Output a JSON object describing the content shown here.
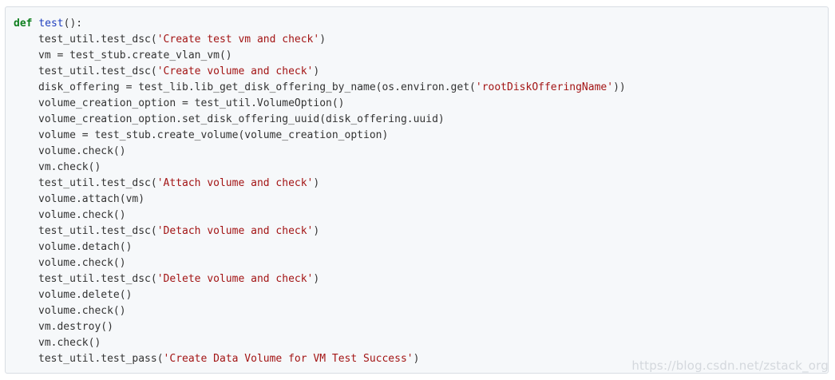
{
  "code_block": {
    "language": "python",
    "lines": [
      {
        "indent": 0,
        "parts": [
          {
            "t": "def ",
            "k": "kw"
          },
          {
            "t": "test",
            "k": "fn"
          },
          {
            "t": "():",
            "k": "plain"
          }
        ]
      },
      {
        "indent": 1,
        "parts": [
          {
            "t": "test_util.test_dsc(",
            "k": "plain"
          },
          {
            "t": "'Create test vm and check'",
            "k": "str"
          },
          {
            "t": ")",
            "k": "plain"
          }
        ]
      },
      {
        "indent": 1,
        "parts": [
          {
            "t": "vm = test_stub.create_vlan_vm()",
            "k": "plain"
          }
        ]
      },
      {
        "indent": 1,
        "parts": [
          {
            "t": "test_util.test_dsc(",
            "k": "plain"
          },
          {
            "t": "'Create volume and check'",
            "k": "str"
          },
          {
            "t": ")",
            "k": "plain"
          }
        ]
      },
      {
        "indent": 1,
        "parts": [
          {
            "t": "disk_offering = test_lib.lib_get_disk_offering_by_name(os.environ.get(",
            "k": "plain"
          },
          {
            "t": "'rootDiskOfferingName'",
            "k": "str"
          },
          {
            "t": "))",
            "k": "plain"
          }
        ]
      },
      {
        "indent": 1,
        "parts": [
          {
            "t": "volume_creation_option = test_util.VolumeOption()",
            "k": "plain"
          }
        ]
      },
      {
        "indent": 1,
        "parts": [
          {
            "t": "volume_creation_option.set_disk_offering_uuid(disk_offering.uuid)",
            "k": "plain"
          }
        ]
      },
      {
        "indent": 1,
        "parts": [
          {
            "t": "volume = test_stub.create_volume(volume_creation_option)",
            "k": "plain"
          }
        ]
      },
      {
        "indent": 1,
        "parts": [
          {
            "t": "volume.check()",
            "k": "plain"
          }
        ]
      },
      {
        "indent": 1,
        "parts": [
          {
            "t": "vm.check()",
            "k": "plain"
          }
        ]
      },
      {
        "indent": 1,
        "parts": [
          {
            "t": "test_util.test_dsc(",
            "k": "plain"
          },
          {
            "t": "'Attach volume and check'",
            "k": "str"
          },
          {
            "t": ")",
            "k": "plain"
          }
        ]
      },
      {
        "indent": 1,
        "parts": [
          {
            "t": "volume.attach(vm)",
            "k": "plain"
          }
        ]
      },
      {
        "indent": 1,
        "parts": [
          {
            "t": "volume.check()",
            "k": "plain"
          }
        ]
      },
      {
        "indent": 1,
        "parts": [
          {
            "t": "test_util.test_dsc(",
            "k": "plain"
          },
          {
            "t": "'Detach volume and check'",
            "k": "str"
          },
          {
            "t": ")",
            "k": "plain"
          }
        ]
      },
      {
        "indent": 1,
        "parts": [
          {
            "t": "volume.detach()",
            "k": "plain"
          }
        ]
      },
      {
        "indent": 1,
        "parts": [
          {
            "t": "volume.check()",
            "k": "plain"
          }
        ]
      },
      {
        "indent": 1,
        "parts": [
          {
            "t": "test_util.test_dsc(",
            "k": "plain"
          },
          {
            "t": "'Delete volume and check'",
            "k": "str"
          },
          {
            "t": ")",
            "k": "plain"
          }
        ]
      },
      {
        "indent": 1,
        "parts": [
          {
            "t": "volume.delete()",
            "k": "plain"
          }
        ]
      },
      {
        "indent": 1,
        "parts": [
          {
            "t": "volume.check()",
            "k": "plain"
          }
        ]
      },
      {
        "indent": 1,
        "parts": [
          {
            "t": "vm.destroy()",
            "k": "plain"
          }
        ]
      },
      {
        "indent": 1,
        "parts": [
          {
            "t": "vm.check()",
            "k": "plain"
          }
        ]
      },
      {
        "indent": 1,
        "parts": [
          {
            "t": "test_util.test_pass(",
            "k": "plain"
          },
          {
            "t": "'Create Data Volume for VM Test Success'",
            "k": "str"
          },
          {
            "t": ")",
            "k": "plain"
          }
        ]
      }
    ]
  },
  "watermark": {
    "text": "https://blog.csdn.net/zstack_org"
  },
  "colors": {
    "keyword": "#0f7f1f",
    "function_name": "#1f3fbf",
    "string": "#a31515",
    "plain_text": "#333333",
    "code_background": "#f6f8fa",
    "border": "#d8dde3"
  }
}
